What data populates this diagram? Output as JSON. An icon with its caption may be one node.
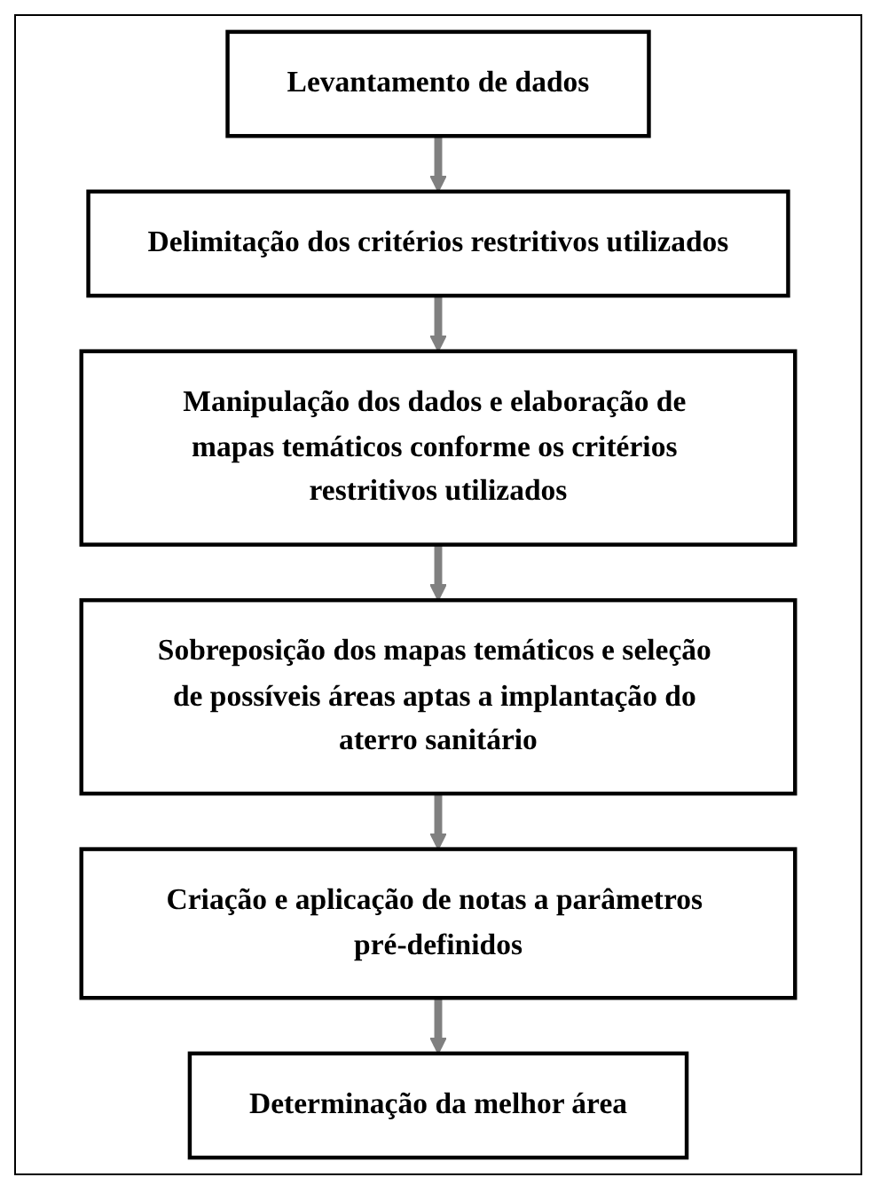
{
  "diagram": {
    "nodes": [
      {
        "text": [
          "Levantamento de dados"
        ]
      },
      {
        "text": [
          "Delimitação dos critérios restritivos utilizados"
        ]
      },
      {
        "text": [
          "Manipulação dos dados e elaboração de mapas temáticos conforme os critérios restritivos utilizados"
        ]
      },
      {
        "text": [
          "Sobreposição dos mapas temáticos e seleção de possíveis áreas aptas a implantação do aterro sanitário"
        ]
      },
      {
        "text": [
          "Criação e aplicação de notas a parâmetros pré-definidos"
        ]
      },
      {
        "text": [
          "Determinação da melhor área"
        ]
      }
    ],
    "edges": [
      {
        "from": 0,
        "to": 1,
        "arrow": "to"
      },
      {
        "from": 1,
        "to": 2,
        "arrow": "to"
      },
      {
        "from": 2,
        "to": 3,
        "arrow": "to"
      },
      {
        "from": 3,
        "to": 4,
        "arrow": "to"
      },
      {
        "from": 4,
        "to": 5,
        "arrow": "to"
      }
    ]
  }
}
